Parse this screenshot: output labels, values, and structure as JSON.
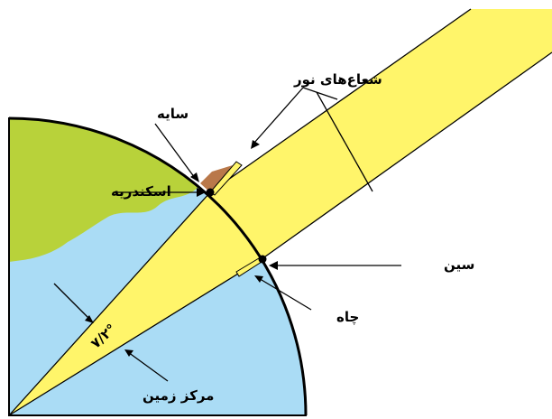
{
  "labels": {
    "light_rays": "شعاع‌های نور",
    "shadow": "سایه",
    "alexandria": "اسکندریه",
    "syene": "سین",
    "well": "چاه",
    "earth_center": "مرکز زمین",
    "angle": "۷/۲°"
  },
  "colors": {
    "ocean": "#aadcf5",
    "land": "#b8d23a",
    "light_beam": "#fff56a",
    "shadow": "#b9784a",
    "stroke": "#000000"
  }
}
